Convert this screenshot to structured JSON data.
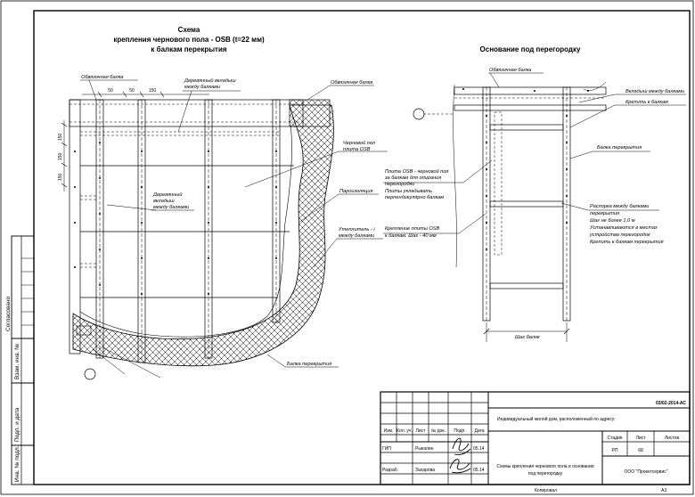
{
  "left_drawing": {
    "title_lines": [
      "Схема",
      "крепления чернового пола - OSB (t=22 мм)",
      "к балкам перекрытия"
    ],
    "dims_top": [
      "50",
      "50",
      "150"
    ],
    "dims_left": [
      "150",
      "150",
      "150"
    ],
    "labels": {
      "obv_left": "Обвязочная балка",
      "insert_top": [
        "Деревянный вкладыш",
        "между балками"
      ],
      "obv_right": "Обвязочная балка",
      "floor": [
        "Черновой пол",
        "плита OSB"
      ],
      "vapor": "Пароизоляция",
      "insert_left": [
        "Деревянный",
        "вкладыш",
        "между балками"
      ],
      "insul": [
        "Утеплитель - i",
        "между балками"
      ],
      "beam": "Балка перекрытия"
    }
  },
  "right_drawing": {
    "title": "Основание под перегородку",
    "labels": {
      "obv": "Обвязочная балка",
      "inserts": [
        "Вкладыш между балками",
        "Крепить к балкам"
      ],
      "beam": "Балка перекрытия",
      "osb": [
        "Плита OSB - черновой пол",
        "за балкам для опирания",
        "перегородки",
        "Плиты укладывать",
        "перпендикулярно балкам"
      ],
      "fix": [
        "Крепление плиты OSB",
        "к балкам. Шаг - 40 мм"
      ],
      "strut": [
        "Распорка между балками",
        "перекрытия",
        "Шаг не более 1,0 м",
        "Устанавливаются в местах",
        "устройства перегородок",
        "Крепить к балкам перекрытия"
      ],
      "step": "Шаг балок"
    }
  },
  "side_stamp": {
    "agreed": "Согласовано",
    "inv_repl": "Взам. инв. №",
    "sign_date": "Подп. и дата",
    "inv_orig": "Инв. № подл."
  },
  "title_block": {
    "code": "03/02-2014-АС",
    "object": "Индивидуальный жилой дом, расположенный по адресу:",
    "headers": [
      "Изм.",
      "Кол. уч.",
      "Лист",
      "№ док.",
      "Подп.",
      "Дата"
    ],
    "rows": [
      {
        "role": "ГИП",
        "name": "Рыкалин",
        "date": "05.14"
      },
      {
        "role": "Разраб.",
        "name": "Захарова",
        "date": "05.14"
      }
    ],
    "sheet_title": [
      "Схемы крепления чернового пола и основания",
      "под перегородку"
    ],
    "stage_headers": [
      "Стадия",
      "Лист",
      "Листов"
    ],
    "stage": "РП",
    "sheet_no": "68",
    "sheets_total": "",
    "company": "ООО \"Проектсервис\""
  },
  "footer": {
    "copied": "Копировал",
    "format": "А3"
  }
}
